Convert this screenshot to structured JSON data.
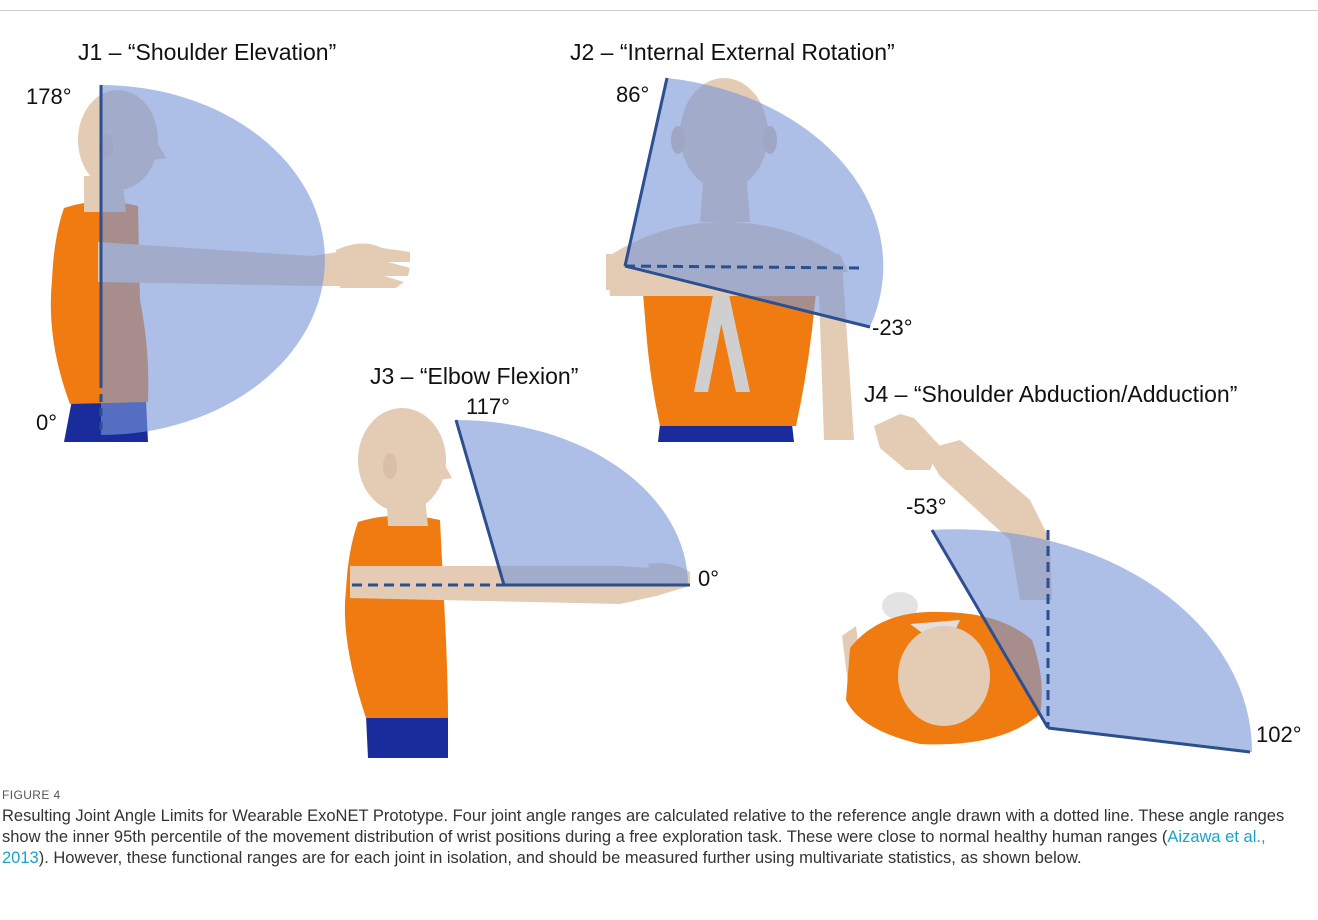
{
  "figure": {
    "label": "FIGURE 4",
    "panels": {
      "j1": {
        "title": "J1 – “Shoulder Elevation”",
        "angle_max": "178°",
        "angle_min": "0°"
      },
      "j2": {
        "title": "J2 – “Internal External Rotation”",
        "angle_max": "86°",
        "angle_min": "-23°"
      },
      "j3": {
        "title": "J3 – “Elbow Flexion”",
        "angle_max": "117°",
        "angle_min": "0°"
      },
      "j4": {
        "title": "J4 – “Shoulder Abduction/Adduction”",
        "angle_min": "-53°",
        "angle_max": "102°"
      }
    },
    "caption": {
      "before_link": "Resulting Joint Angle Limits for Wearable ExoNET Prototype. Four joint angle ranges are calculated relative to the reference angle drawn with a dotted line. These angle ranges show the inner 95th percentile of the movement distribution of wrist positions during a free exploration task. These were close to normal healthy human ranges (",
      "link_text": "Aizawa et al., 2013",
      "after_link": "). However, these functional ranges are for each joint in isolation, and should be measured further using multivariate statistics, as shown below."
    }
  },
  "colors": {
    "range_fill": "#7b98d8",
    "range_edge": "#2b4f8f",
    "shirt": "#f07b10",
    "pants": "#1a2c9c",
    "skin": "#e3cbb4",
    "link": "#1aa3c9"
  }
}
